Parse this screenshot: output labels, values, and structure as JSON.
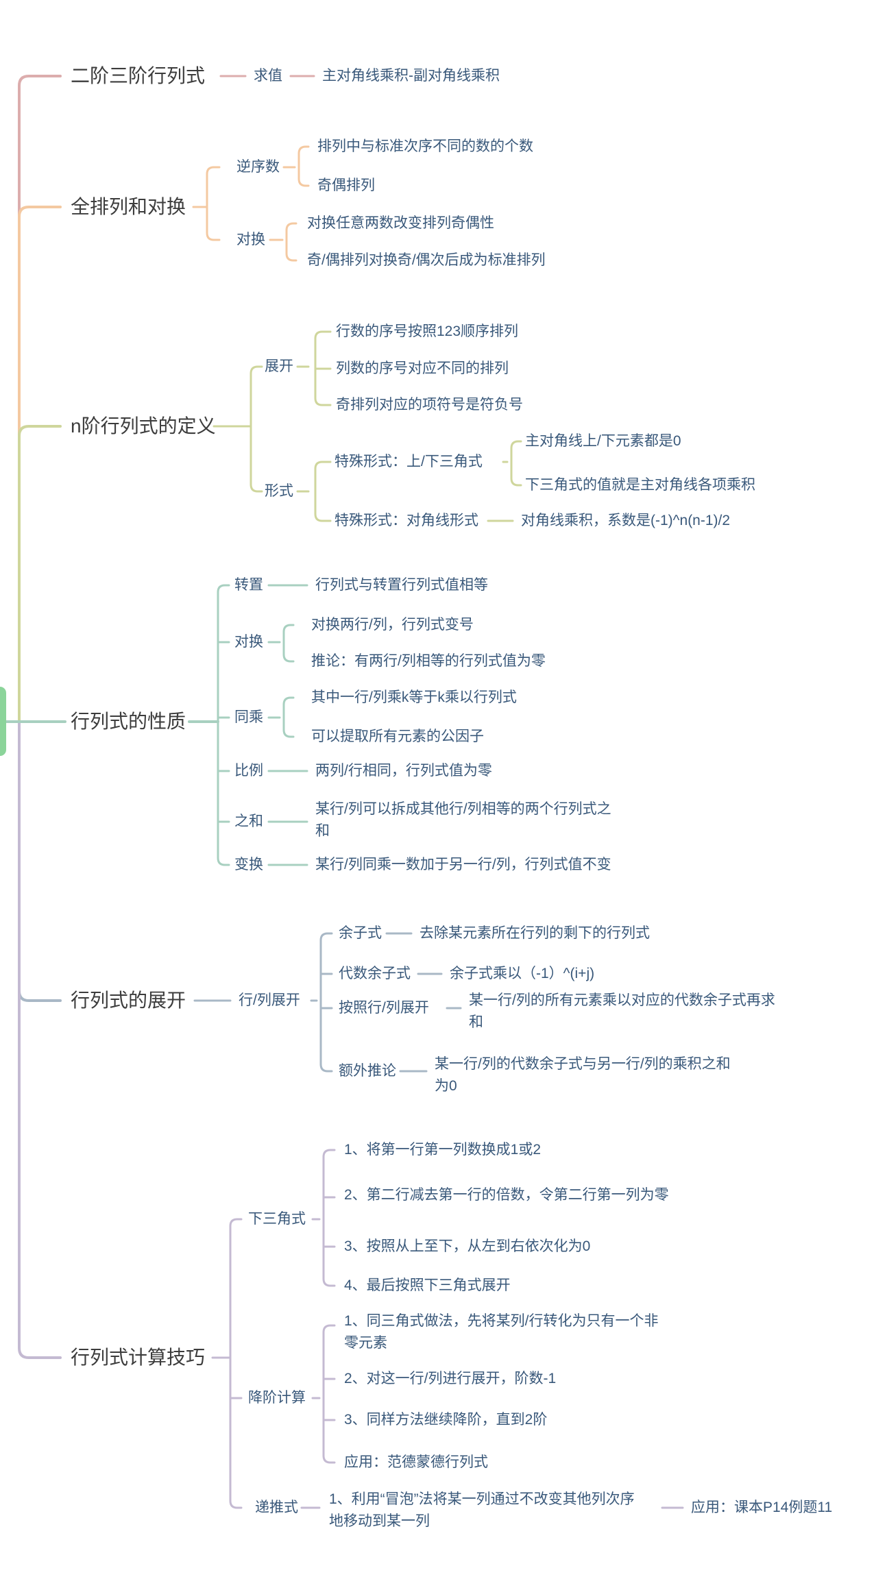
{
  "colors": {
    "background": "#ffffff",
    "root_node": "#8bd49a",
    "main_text": "#3c3c3c",
    "sub_text": "#39587a",
    "branch1": "#dcadad",
    "branch2": "#f4c9a1",
    "branch3": "#cfd69c",
    "branch4": "#a8d0c0",
    "branch5": "#a9b8c6",
    "branch6": "#c4bad2"
  },
  "branches": [
    {
      "label": "二阶三阶行列式",
      "children": [
        {
          "label": "求值",
          "children": [
            {
              "label": "主对角线乘积-副对角线乘积"
            }
          ]
        }
      ]
    },
    {
      "label": "全排列和对换",
      "children": [
        {
          "label": "逆序数",
          "children": [
            {
              "label": "排列中与标准次序不同的数的个数"
            },
            {
              "label": "奇偶排列"
            }
          ]
        },
        {
          "label": "对换",
          "children": [
            {
              "label": "对换任意两数改变排列奇偶性"
            },
            {
              "label": "奇/偶排列对换奇/偶次后成为标准排列"
            }
          ]
        }
      ]
    },
    {
      "label": "n阶行列式的定义",
      "children": [
        {
          "label": "展开",
          "children": [
            {
              "label": "行数的序号按照123顺序排列"
            },
            {
              "label": "列数的序号对应不同的排列"
            },
            {
              "label": "奇排列对应的项符号是符负号"
            }
          ]
        },
        {
          "label": "形式",
          "children": [
            {
              "label": "特殊形式：上/下三角式",
              "children": [
                {
                  "label": "主对角线上/下元素都是0"
                },
                {
                  "label": "下三角式的值就是主对角线各项乘积"
                }
              ]
            },
            {
              "label": "特殊形式：对角线形式",
              "children": [
                {
                  "label": "对角线乘积，系数是(-1)^n(n-1)/2"
                }
              ]
            }
          ]
        }
      ]
    },
    {
      "label": "行列式的性质",
      "children": [
        {
          "label": "转置",
          "children": [
            {
              "label": "行列式与转置行列式值相等"
            }
          ]
        },
        {
          "label": "对换",
          "children": [
            {
              "label": "对换两行/列，行列式变号"
            },
            {
              "label": "推论：有两行/列相等的行列式值为零"
            }
          ]
        },
        {
          "label": "同乘",
          "children": [
            {
              "label": "其中一行/列乘k等于k乘以行列式"
            },
            {
              "label": "可以提取所有元素的公因子"
            }
          ]
        },
        {
          "label": "比例",
          "children": [
            {
              "label": "两列/行相同，行列式值为零"
            }
          ]
        },
        {
          "label": "之和",
          "children": [
            {
              "label": "某行/列可以拆成其他行/列相等的两个行列式之和"
            }
          ]
        },
        {
          "label": "变换",
          "children": [
            {
              "label": "某行/列同乘一数加于另一行/列，行列式值不变"
            }
          ]
        }
      ]
    },
    {
      "label": "行列式的展开",
      "children": [
        {
          "label": "行/列展开",
          "children": [
            {
              "label": "余子式",
              "children": [
                {
                  "label": "去除某元素所在行列的剩下的行列式"
                }
              ]
            },
            {
              "label": "代数余子式",
              "children": [
                {
                  "label": "余子式乘以（-1）^(i+j)"
                }
              ]
            },
            {
              "label": "按照行/列展开",
              "children": [
                {
                  "label": "某一行/列的所有元素乘以对应的代数余子式再求和"
                }
              ]
            },
            {
              "label": "额外推论",
              "children": [
                {
                  "label": "某一行/列的代数余子式与另一行/列的乘积之和为0"
                }
              ]
            }
          ]
        }
      ]
    },
    {
      "label": "行列式计算技巧",
      "children": [
        {
          "label": "下三角式",
          "children": [
            {
              "label": "1、将第一行第一列数换成1或2"
            },
            {
              "label": "2、第二行减去第一行的倍数，令第二行第一列为零"
            },
            {
              "label": "3、按照从上至下，从左到右依次化为0"
            },
            {
              "label": "4、最后按照下三角式展开"
            }
          ]
        },
        {
          "label": "降阶计算",
          "children": [
            {
              "label": "1、同三角式做法，先将某列/行转化为只有一个非零元素"
            },
            {
              "label": "2、对这一行/列进行展开，阶数-1"
            },
            {
              "label": "3、同样方法继续降阶，直到2阶"
            },
            {
              "label": "应用：范德蒙德行列式"
            }
          ]
        },
        {
          "label": "递推式",
          "children": [
            {
              "label": "1、利用“冒泡”法将某一列通过不改变其他列次序地移动到某一列",
              "children": [
                {
                  "label": "应用：课本P14例题11"
                }
              ]
            }
          ]
        }
      ]
    }
  ]
}
